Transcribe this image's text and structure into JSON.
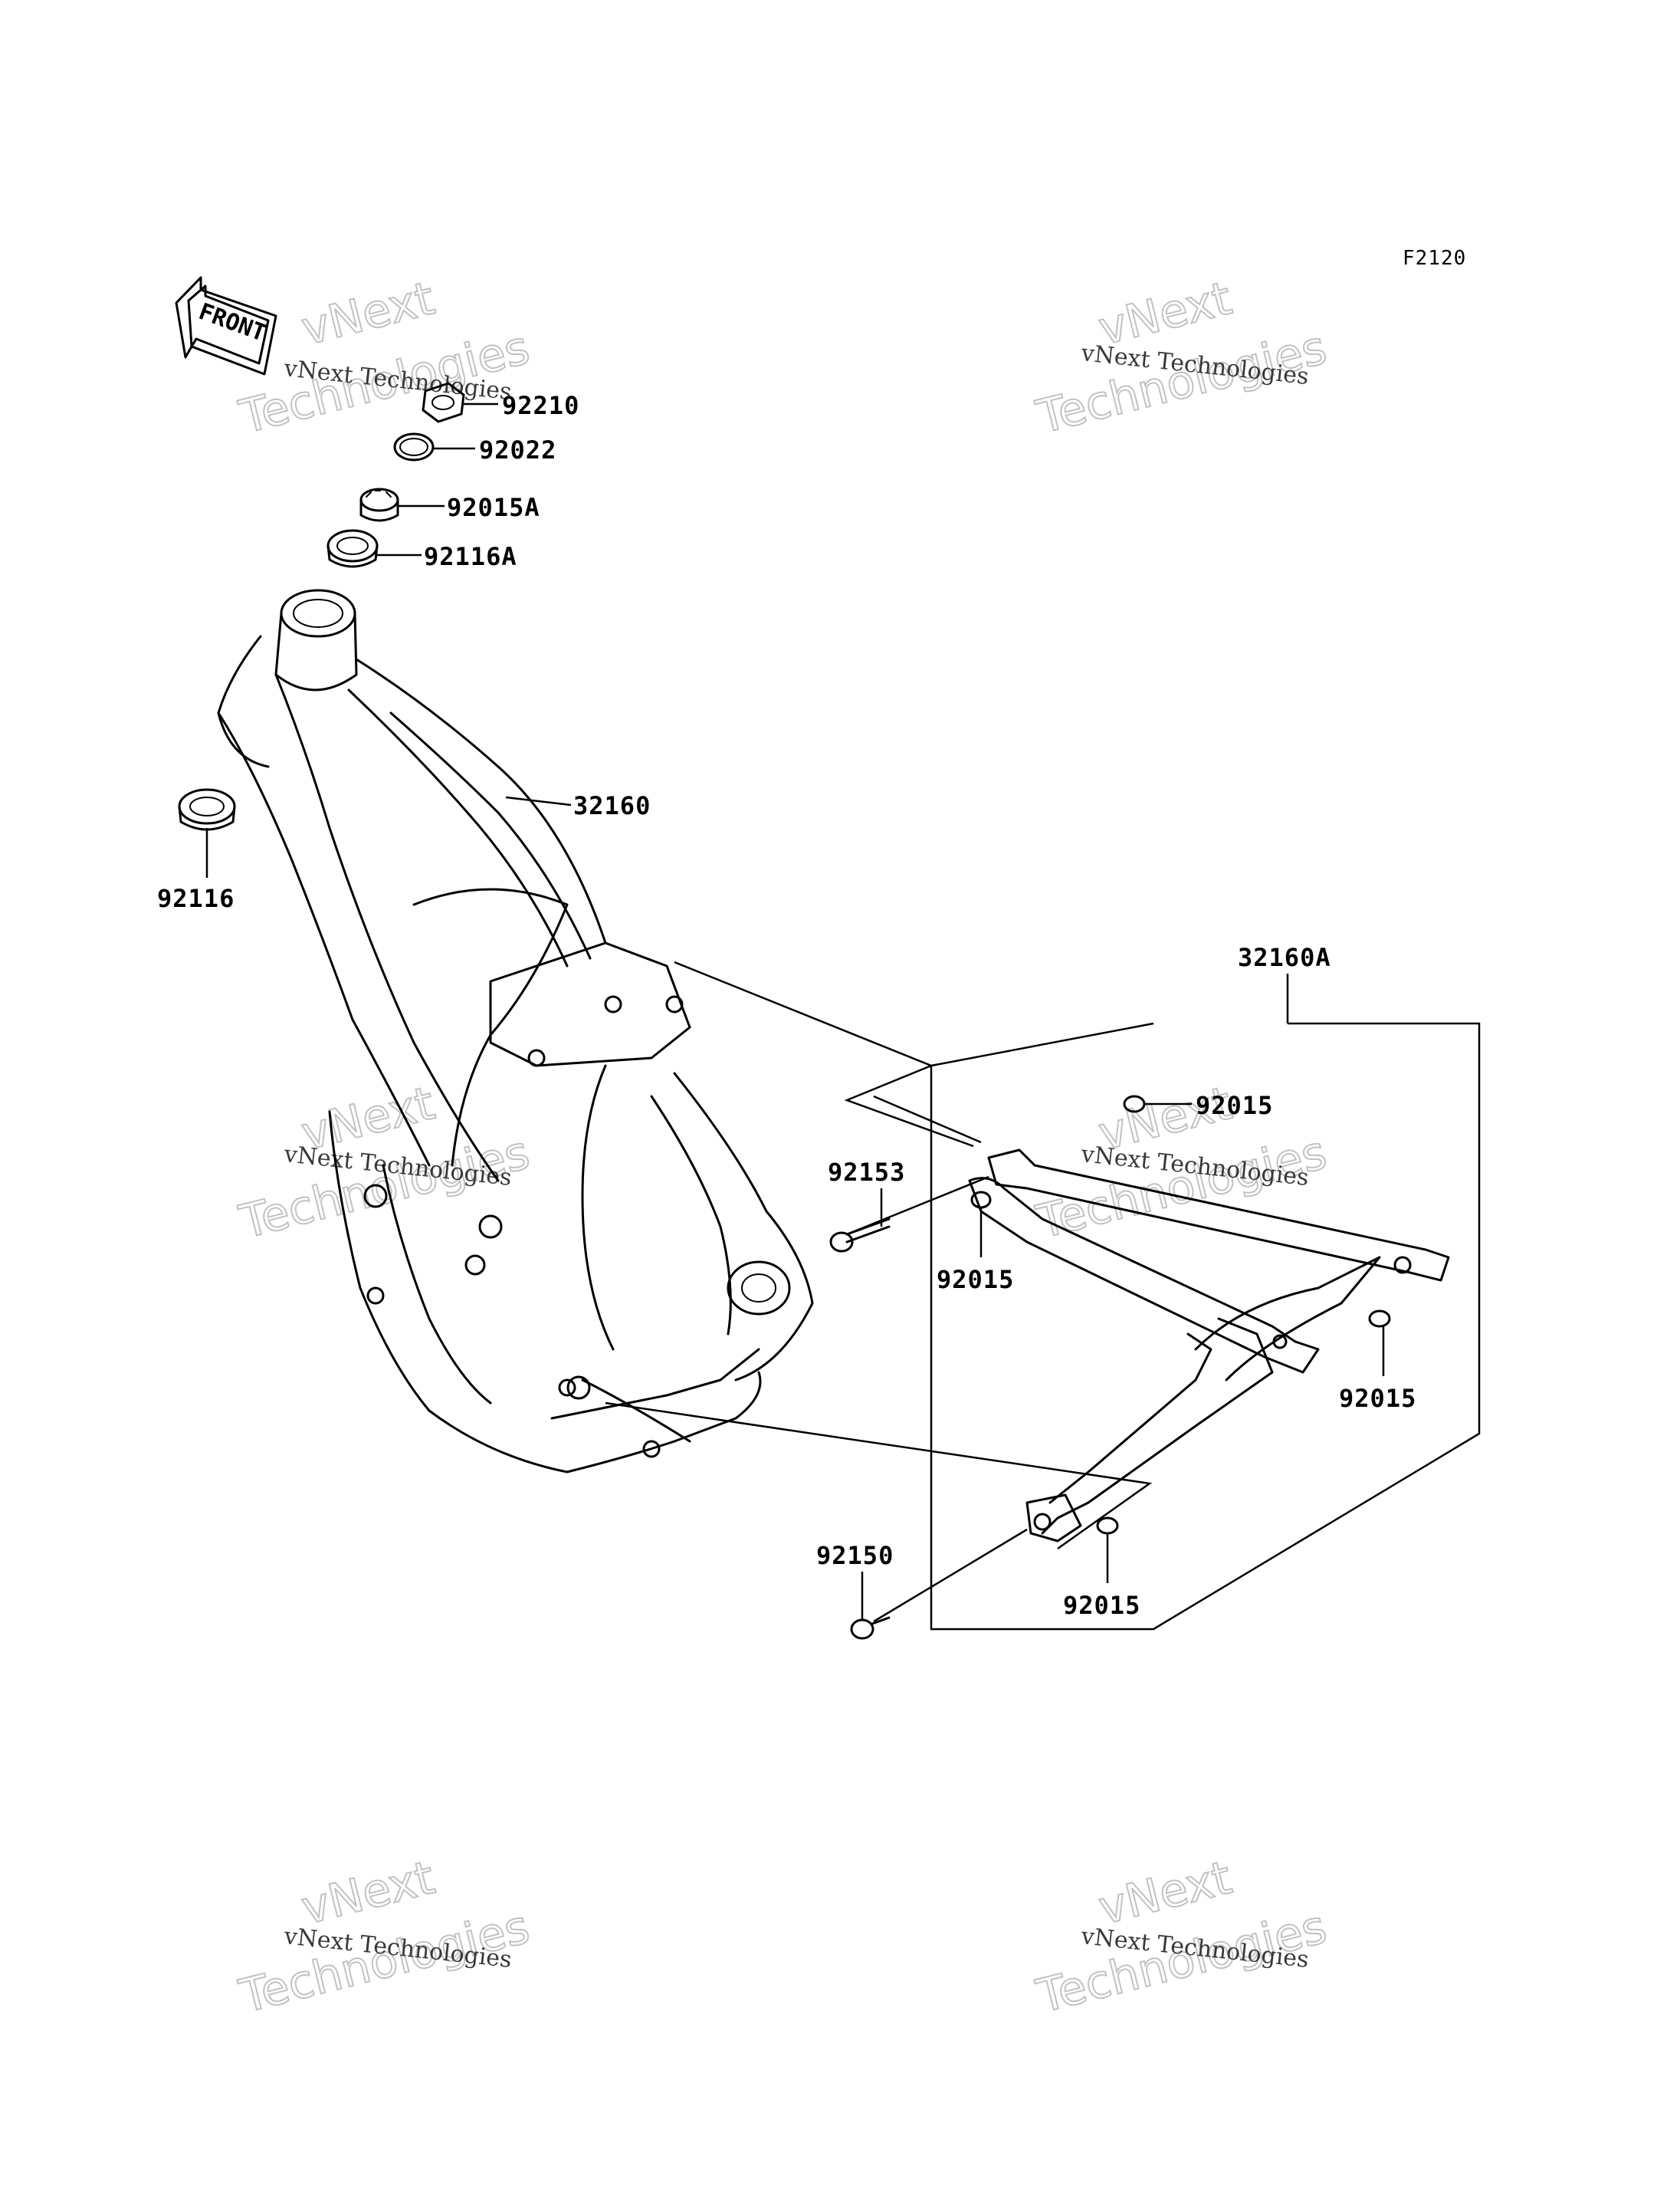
{
  "figure": {
    "code": "F2120"
  },
  "front_arrow": {
    "text": "FRONT"
  },
  "watermark": {
    "brand": "vNext Technologies",
    "big_word": "Technologies",
    "top_word": "vNext"
  },
  "parts": [
    {
      "id": "92210"
    },
    {
      "id": "92022"
    },
    {
      "id": "92015A"
    },
    {
      "id": "92116A"
    },
    {
      "id": "32160"
    },
    {
      "id": "92116"
    },
    {
      "id": "32160A"
    },
    {
      "id": "92015"
    },
    {
      "id": "92153"
    },
    {
      "id": "92015"
    },
    {
      "id": "92015"
    },
    {
      "id": "92150"
    },
    {
      "id": "92015"
    }
  ]
}
